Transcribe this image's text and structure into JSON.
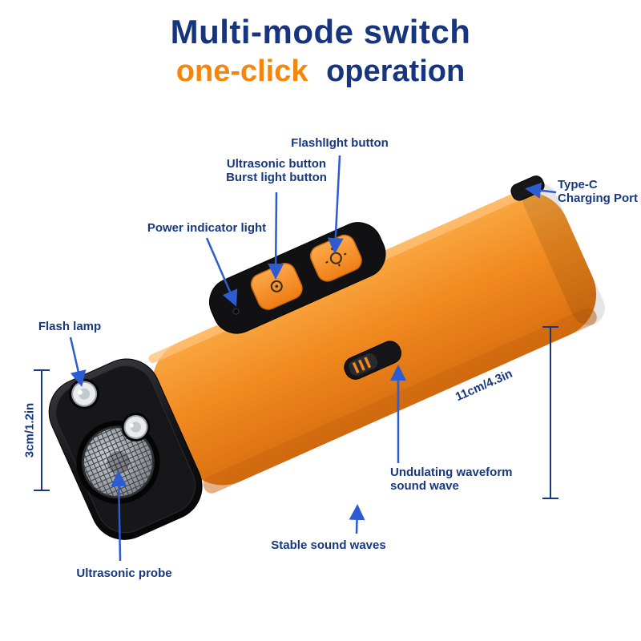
{
  "title": {
    "line1": "Multi-mode switch",
    "line2_accent": "one-click",
    "line2_rest": "operation"
  },
  "callouts": {
    "flashlight_button": "FlashlIght button",
    "ultrasonic_button_line1": "Ultrasonic button",
    "ultrasonic_button_line2": "Burst light button",
    "power_indicator": "Power indicator light",
    "type_c_line1": "Type-C",
    "type_c_line2": "Charging Port",
    "flash_lamp": "Flash lamp",
    "undulating_line1": "Undulating waveform",
    "undulating_line2": "sound wave",
    "stable_sound_waves": "Stable sound waves",
    "ultrasonic_probe": "Ultrasonic probe"
  },
  "dimensions": {
    "height": "3cm/1.2in",
    "length": "11cm/4.3in"
  },
  "colors": {
    "title_navy": "#16357e",
    "title_orange": "#f5860d",
    "label_navy": "#17387f",
    "leader_blue": "#2d5bd1",
    "device_orange": "#f18a1f",
    "device_black": "#141417"
  }
}
